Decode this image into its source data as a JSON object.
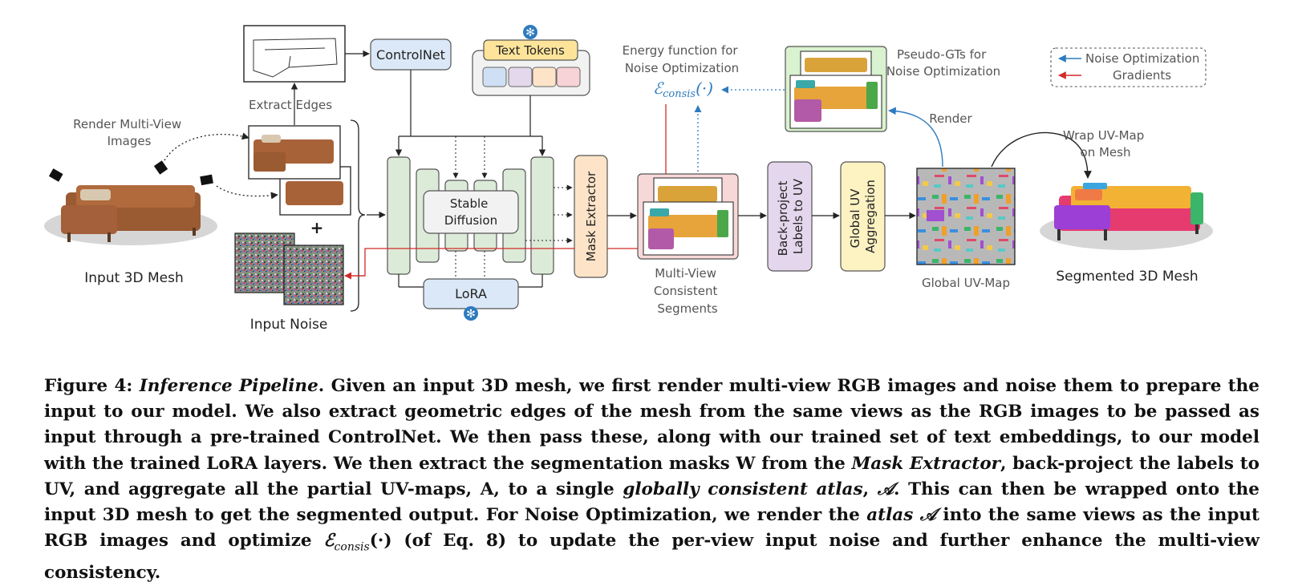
{
  "figure": {
    "mesh_label": "Input 3D Mesh",
    "render_label": [
      "Render Multi-View",
      "Images"
    ],
    "extract_edges_label": "Extract Edges",
    "controlnet_label": "ControlNet",
    "text_tokens_label": "Text Tokens",
    "stable_diffusion_label": [
      "Stable",
      "Diffusion"
    ],
    "lora_label": "LoRA",
    "input_noise_label": "Input Noise",
    "plus_sign": "+",
    "mask_extractor_label": "Mask Extractor",
    "energy_label": [
      "Energy function for",
      "Noise Optimization"
    ],
    "energy_symbol": "ℰ",
    "energy_sub": "consis",
    "energy_args": "(·)",
    "pseudo_label": [
      "Pseudo-GTs for",
      "Noise Optimization"
    ],
    "mv_segments_label": [
      "Multi-View",
      "Consistent",
      "Segments"
    ],
    "backproject_label": [
      "Back-project",
      "Labels to UV"
    ],
    "global_uv_agg_label": [
      "Global UV",
      "Aggregation"
    ],
    "global_uv_map_label": "Global UV-Map",
    "render_arrow_label": "Render",
    "wrap_label": [
      "Wrap UV-Map",
      "on Mesh"
    ],
    "segmented_label": "Segmented 3D Mesh",
    "legend": {
      "noise_opt": "Noise Optimization",
      "gradients": "Gradients",
      "noise_color": "#2e7bbf",
      "grad_color": "#d42a2a"
    },
    "colors": {
      "controlnet": "#dbe8f7",
      "text_tokens": "#fde49a",
      "unet": "#dcebd8",
      "mask_extractor": "#fde4c8",
      "backproject": "#e4d6ec",
      "global_uv": "#fdf2c2",
      "pseudo_frame": "#d9f2cf"
    }
  },
  "caption": {
    "fig_label": "Figure 4:",
    "title": "Inference Pipeline",
    "s1": ". Given an input 3D mesh, we first render multi-view RGB images and noise them to prepare the input to our model. We also extract geometric edges of the mesh from the same views as the RGB images to be passed as input through a pre-trained ControlNet. We then pass these, along with our trained set of text embeddings, to our model with the trained LoRA layers. We then extract the segmentation masks W from the ",
    "mask_extractor": "Mask Extractor",
    "s2": ", back-project the labels to UV, and aggregate all the partial UV-maps, A, to a single ",
    "atlas_phrase": "globally consistent atlas",
    "s3": ", ",
    "atlas_symbol": "𝒜",
    "s4": ". This can then be wrapped onto the input 3D mesh to get the segmented output. For Noise Optimization, we render the ",
    "atlas_word": "atlas",
    "s5": " into the same views as the input RGB images and optimize ",
    "energy_symbol": "ℰ",
    "energy_sub": "consis",
    "energy_args": "(·)",
    "s6": " (of Eq. 8) to update the per-view input noise and further enhance the multi-view consistency."
  }
}
